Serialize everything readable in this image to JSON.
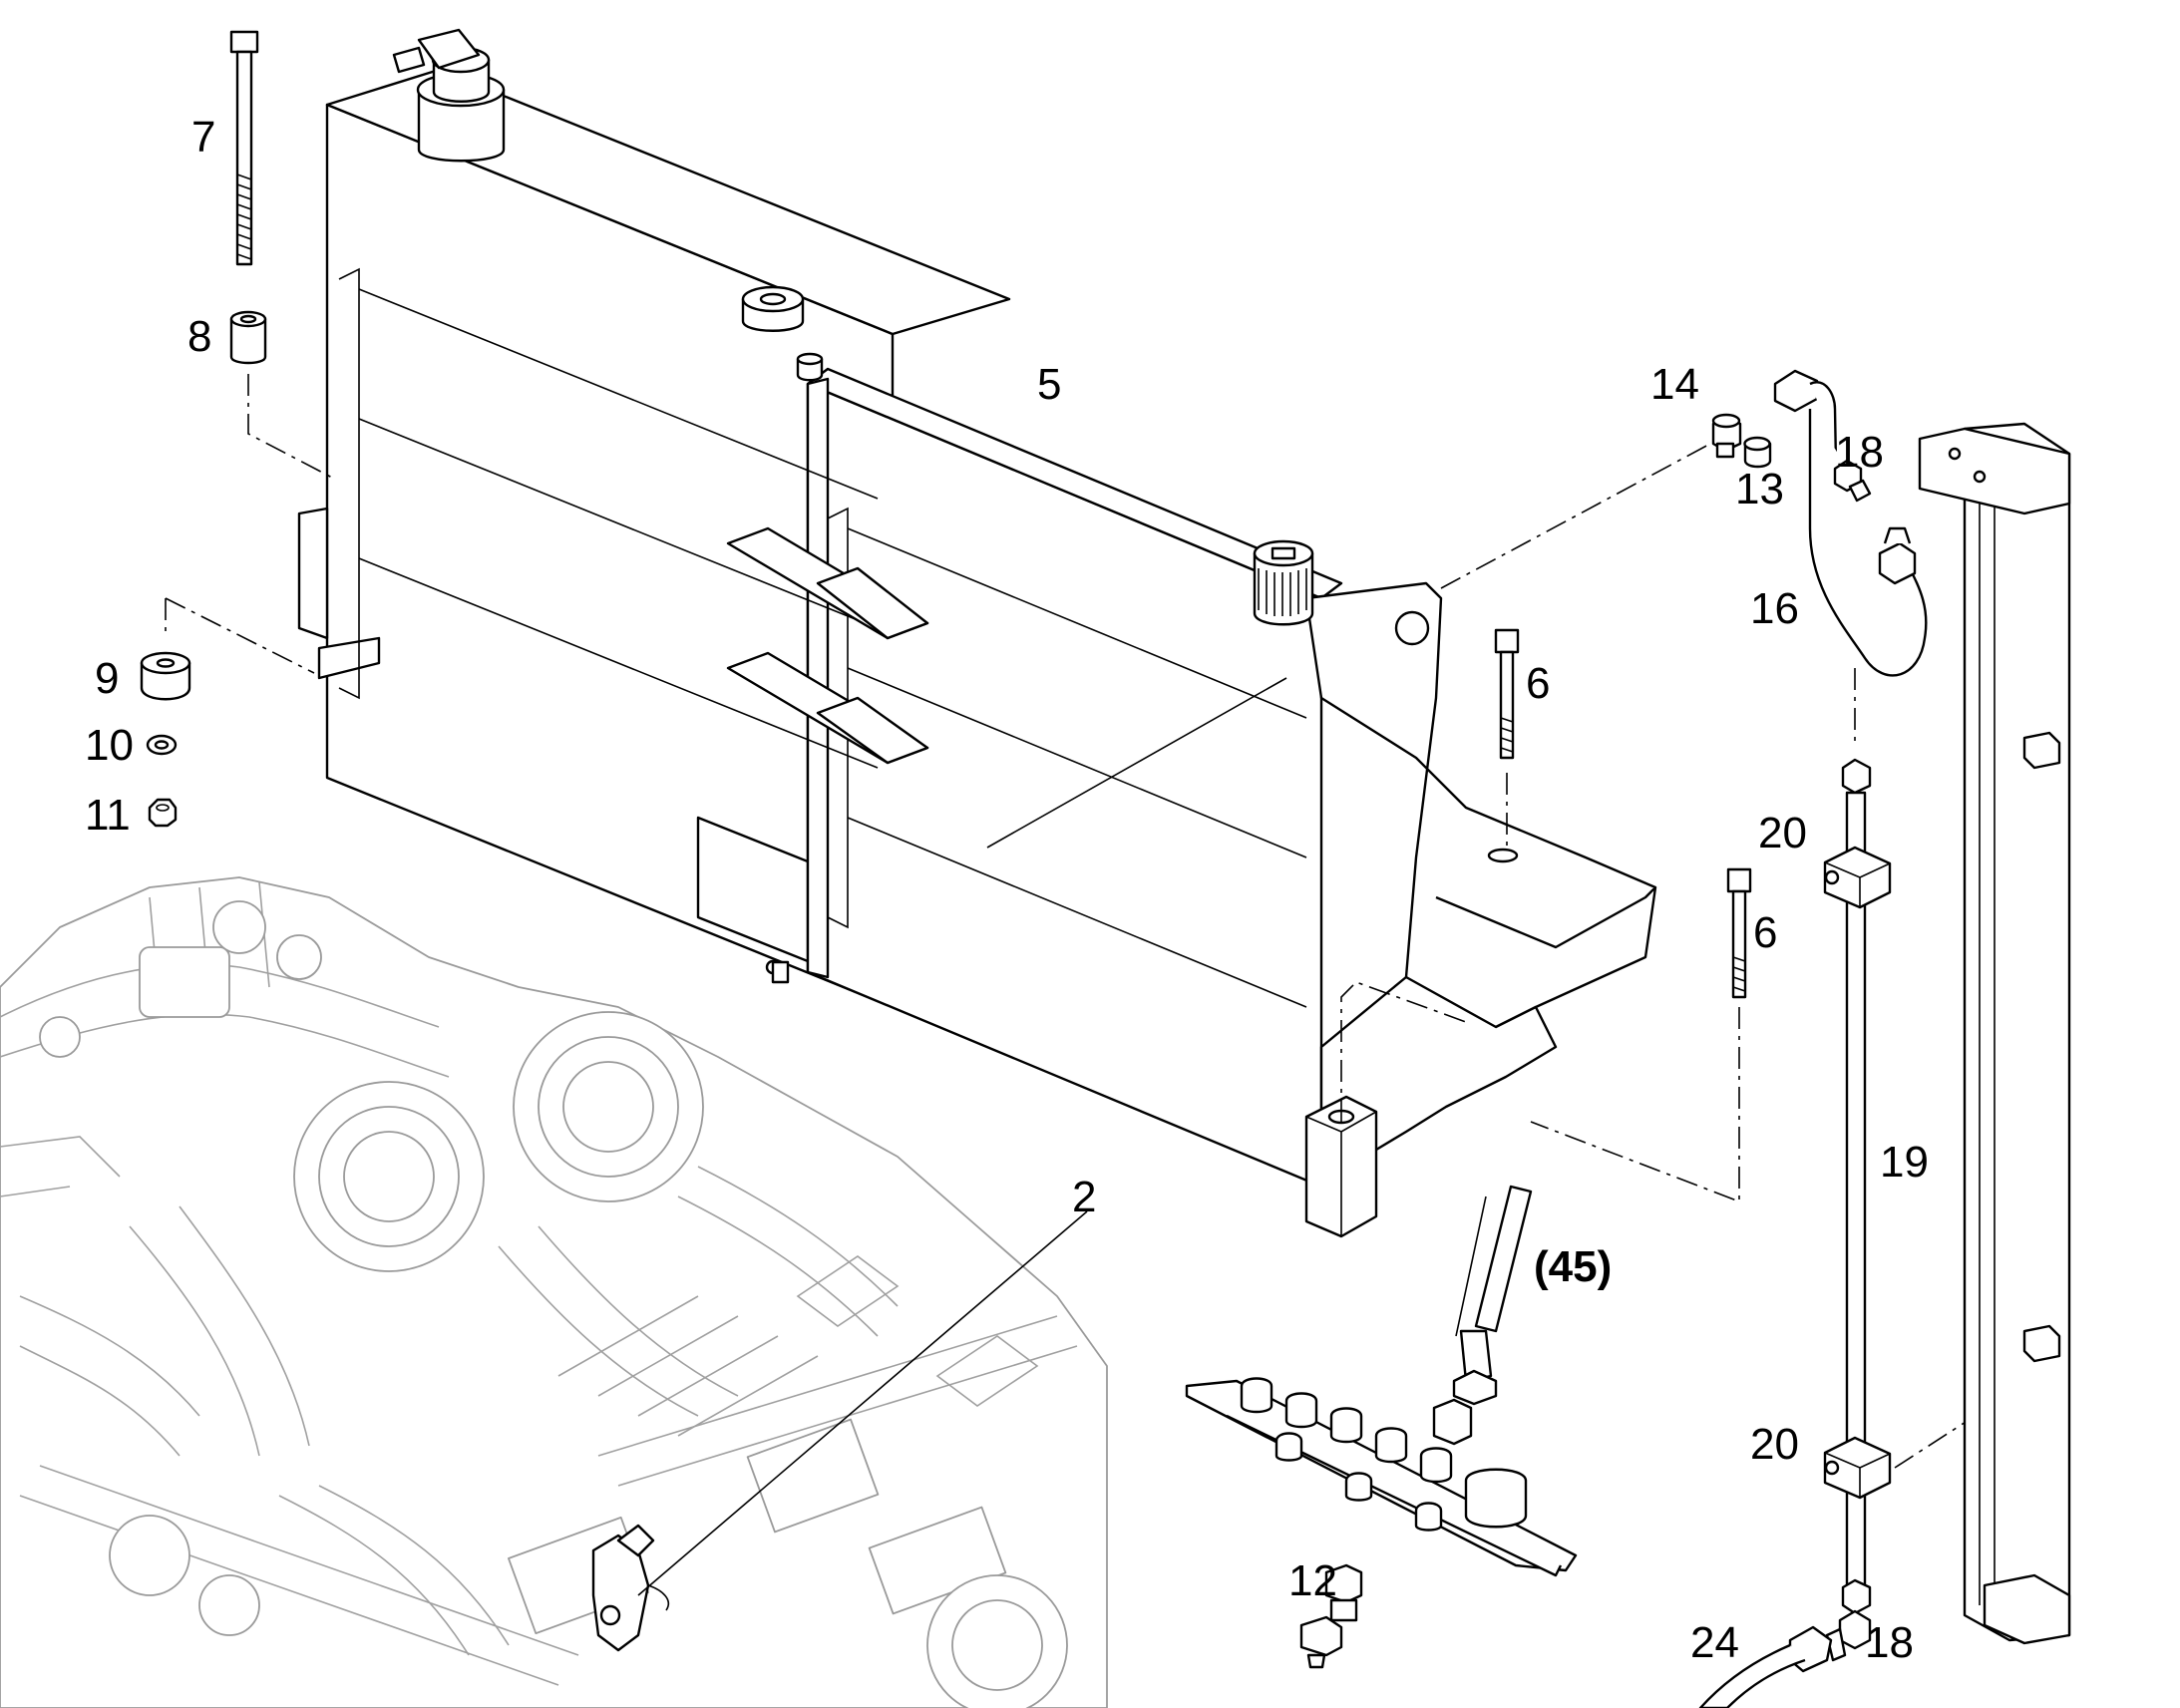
{
  "callouts": [
    {
      "id": "c2",
      "text": "2"
    },
    {
      "id": "c5",
      "text": "5"
    },
    {
      "id": "c6a",
      "text": "6"
    },
    {
      "id": "c6b",
      "text": "6"
    },
    {
      "id": "c7",
      "text": "7"
    },
    {
      "id": "c8",
      "text": "8"
    },
    {
      "id": "c9",
      "text": "9"
    },
    {
      "id": "c10",
      "text": "10"
    },
    {
      "id": "c11",
      "text": "11"
    },
    {
      "id": "c12",
      "text": "12"
    },
    {
      "id": "c13",
      "text": "13"
    },
    {
      "id": "c14",
      "text": "14"
    },
    {
      "id": "c16",
      "text": "16"
    },
    {
      "id": "c18a",
      "text": "18"
    },
    {
      "id": "c18b",
      "text": "18"
    },
    {
      "id": "c19",
      "text": "19"
    },
    {
      "id": "c20a",
      "text": "20"
    },
    {
      "id": "c20b",
      "text": "20"
    },
    {
      "id": "c24",
      "text": "24"
    },
    {
      "id": "c45",
      "text": "(45)"
    }
  ],
  "colors": {
    "line": "#000000",
    "ghost_line": "#9a9a9a",
    "background": "#ffffff"
  }
}
